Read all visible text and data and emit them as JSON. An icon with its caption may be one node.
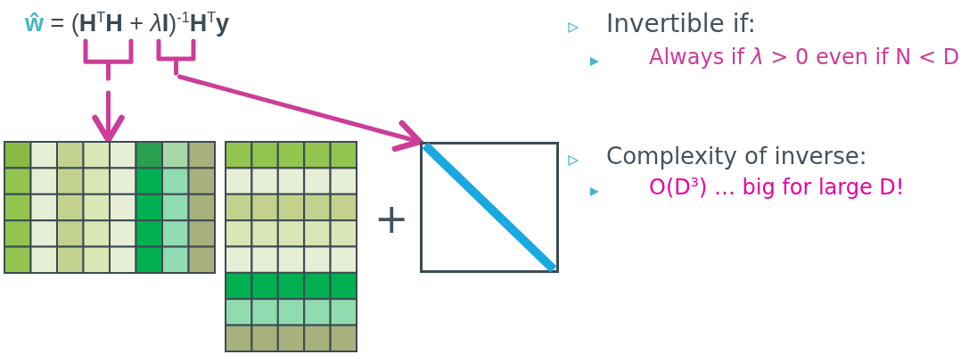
{
  "diagram": {
    "nodes": [
      {
        "text": [],
        "shape": "bracket"
      },
      {
        "text": [],
        "shape": "bracket"
      },
      {
        "text": [],
        "shape": "grid"
      },
      {
        "text": [],
        "shape": "grid"
      },
      {
        "text": [],
        "shape": "box"
      }
    ],
    "edges": [
      {
        "from": 0,
        "to": 2,
        "arrow": "to"
      },
      {
        "from": 1,
        "to": 4,
        "arrow": "to"
      }
    ],
    "labels": [
      "**ŵ** = (**H**$^{T}$**H** + *λ*​**I**)$^{-1}$**H**$^{T}$**y**",
      "+",
      "Invertible if:",
      "Always if *λ* > 0 even if N < D",
      "Complexity of inverse:",
      "O(D$^{3}$) … big for large D!"
    ]
  }
}
